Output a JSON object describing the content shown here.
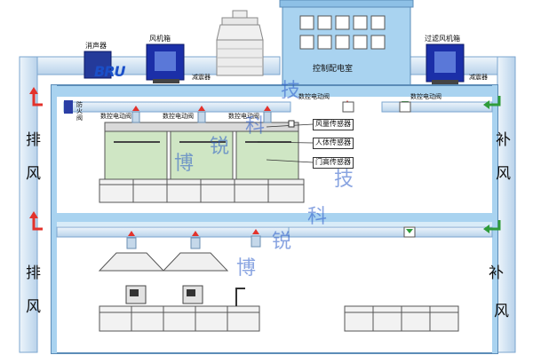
{
  "labels": {
    "muffler": "消声器",
    "fan_box": "风机箱",
    "reducer_left": "减震器",
    "control_room": "控制配电室",
    "filter_fan_box": "过滤风机箱",
    "reducer_right": "减震器",
    "fire_damper": "防火阀",
    "digital_valve": "数控电动阀",
    "airflow_sensor": "风量传感器",
    "body_sensor": "人体传感器",
    "sash_sensor": "门高传感器"
  },
  "side_text": {
    "exhaust_upper": [
      "排",
      "风"
    ],
    "exhaust_lower": [
      "排",
      "风"
    ],
    "supply_upper": [
      "补",
      "风"
    ],
    "supply_lower": [
      "补",
      "风"
    ]
  },
  "logo_text": "BRU",
  "watermark": [
    "博",
    "锐",
    "科",
    "技"
  ],
  "colors": {
    "duct": "#d6e6f4",
    "duct_edge": "#7ba6cf",
    "building": "#a9d3f0",
    "fume_hood": "#cfe6c4",
    "fan": "#1b2fa8",
    "arrow_red": "#e3322b",
    "arrow_green": "#2f9c3a"
  }
}
